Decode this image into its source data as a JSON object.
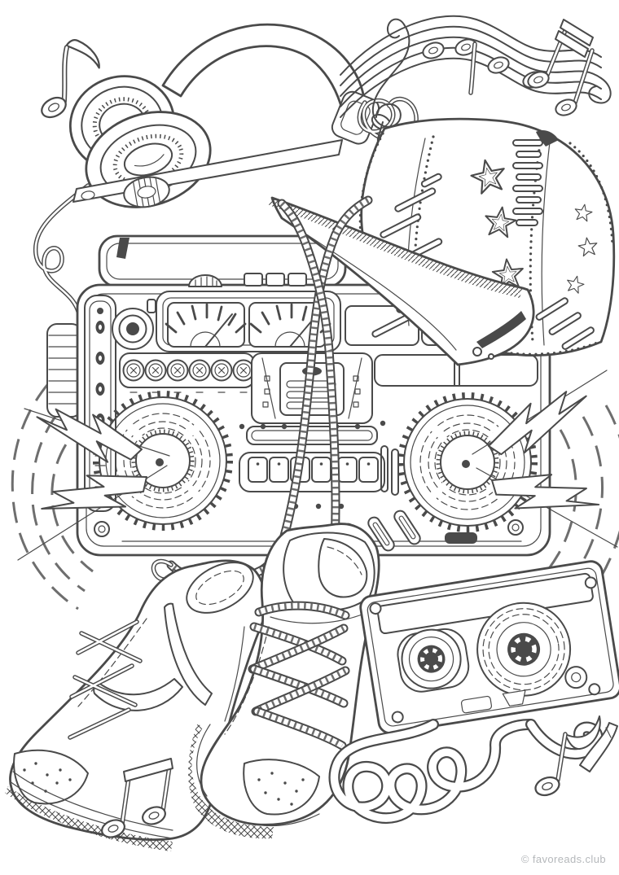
{
  "page": {
    "kind": "printable coloring page",
    "theme": "hip-hop-music",
    "paper_color": "#ffffff",
    "ink_color": "#4a4a4a",
    "texture_gray": "#cdcdcd",
    "watermark": {
      "text": "© favoreads.club",
      "color": "#b5b8bb"
    }
  },
  "illustration": {
    "elements": [
      "headphones-icon",
      "coiled-cord-icon",
      "eighth-note-icon",
      "music-staff-ribbon-icon",
      "treble-clef-icon",
      "backwards-baseball-cap-icon",
      "star-icon",
      "boombox-icon",
      "vu-meter-icon",
      "speaker-icon",
      "lightning-bolt-icon",
      "sound-wave-icon",
      "shoelace-icon",
      "high-top-sneaker-icon",
      "swoosh-icon",
      "cassette-tape-icon",
      "unspooled-tape-ribbon-icon",
      "beamed-notes-icon"
    ]
  }
}
